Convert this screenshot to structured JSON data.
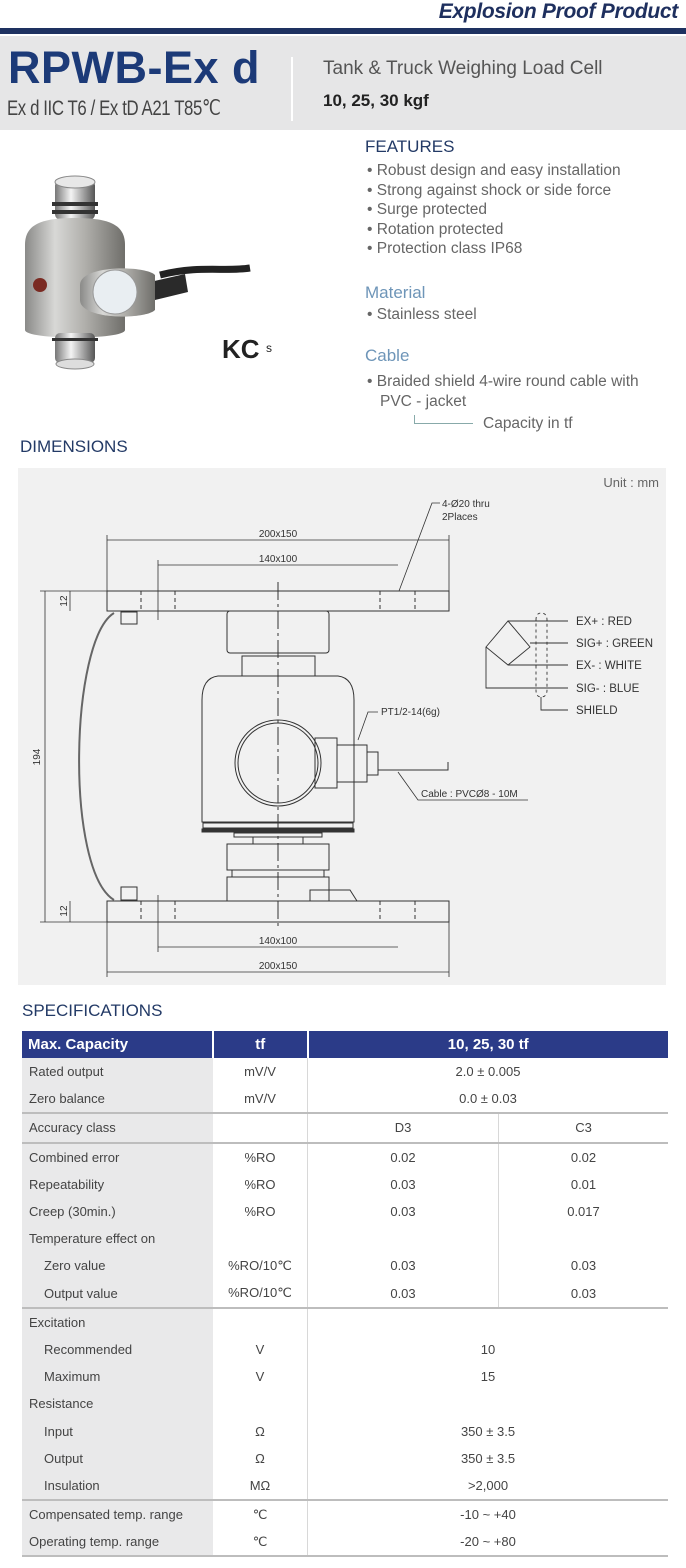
{
  "header": {
    "banner": "Explosion Proof Product",
    "model": "RPWB-Ex d",
    "certification": "Ex d IIC T6 / Ex tD A21 T85℃",
    "subtitle": "Tank & Truck Weighing Load Cell",
    "capacity": "10, 25, 30 kgf"
  },
  "product": {
    "kc_mark": "KC",
    "kc_suffix": "s"
  },
  "features": {
    "title": "FEATURES",
    "items": [
      "Robust design and easy installation",
      "Strong against shock or side force",
      "Surge protected",
      "Rotation protected",
      "Protection class IP68"
    ]
  },
  "material": {
    "title": "Material",
    "items": [
      "Stainless steel"
    ]
  },
  "cable": {
    "title": "Cable",
    "line1": "Braided shield 4-wire round cable with",
    "line2": "PVC - jacket",
    "note": "Capacity in tf"
  },
  "dimensions": {
    "title": "DIMENSIONS",
    "unit": "Unit : mm",
    "hole_note1": "4-Ø20 thru",
    "hole_note2": "2Places",
    "outer_plate": "200x150",
    "inner_holes": "140x100",
    "height": "194",
    "plate_thickness": "12",
    "thread": "PT1/2-14(6g)",
    "cable": "Cable : PVCØ8 - 10M",
    "wiring": [
      "EX+ : RED",
      "SIG+ : GREEN",
      "EX- : WHITE",
      "SIG- : BLUE",
      "SHIELD"
    ]
  },
  "specifications": {
    "title": "SPECIFICATIONS",
    "header": [
      "Max. Capacity",
      "tf",
      "10, 25, 30 tf"
    ],
    "groups": [
      [
        {
          "label": "Rated output",
          "unit": "mV/V",
          "value": "2.0 ± 0.005"
        },
        {
          "label": "Zero balance",
          "unit": "mV/V",
          "value": "0.0 ± 0.03"
        }
      ],
      [
        {
          "label": "Accuracy  class",
          "unit": "",
          "d3": "D3",
          "c3": "C3"
        }
      ],
      [
        {
          "label": "Combined error",
          "unit": "%RO",
          "d3": "0.02",
          "c3": "0.02"
        },
        {
          "label": "Repeatability",
          "unit": "%RO",
          "d3": "0.03",
          "c3": "0.01"
        },
        {
          "label": "Creep (30min.)",
          "unit": "%RO",
          "d3": "0.03",
          "c3": "0.017"
        },
        {
          "label": "Temperature effect on",
          "unit": "",
          "d3": "",
          "c3": ""
        },
        {
          "label": "Zero value",
          "sub": true,
          "unit": "%RO/10℃",
          "d3": "0.03",
          "c3": "0.03"
        },
        {
          "label": "Output  value",
          "sub": true,
          "unit": "%RO/10℃",
          "d3": "0.03",
          "c3": "0.03"
        }
      ],
      [
        {
          "label": "Excitation",
          "unit": "",
          "value": ""
        },
        {
          "label": "Recommended",
          "sub": true,
          "unit": "V",
          "value": "10"
        },
        {
          "label": "Maximum",
          "sub": true,
          "unit": "V",
          "value": "15"
        },
        {
          "label": "Resistance",
          "unit": "",
          "value": ""
        },
        {
          "label": "Input",
          "sub": true,
          "unit": "Ω",
          "value": "350 ± 3.5"
        },
        {
          "label": "Output",
          "sub": true,
          "unit": "Ω",
          "value": "350 ± 3.5"
        },
        {
          "label": "Insulation",
          "sub": true,
          "unit": "MΩ",
          "value": ">2,000"
        }
      ],
      [
        {
          "label": "Compensated temp. range",
          "unit": "℃",
          "value": "-10 ~ +40"
        },
        {
          "label": "Operating temp. range",
          "unit": "℃",
          "value": "-20 ~ +80"
        }
      ]
    ]
  },
  "colors": {
    "navy": "#1e3160",
    "table_header": "#2b3b88",
    "model": "#1c3a78"
  }
}
